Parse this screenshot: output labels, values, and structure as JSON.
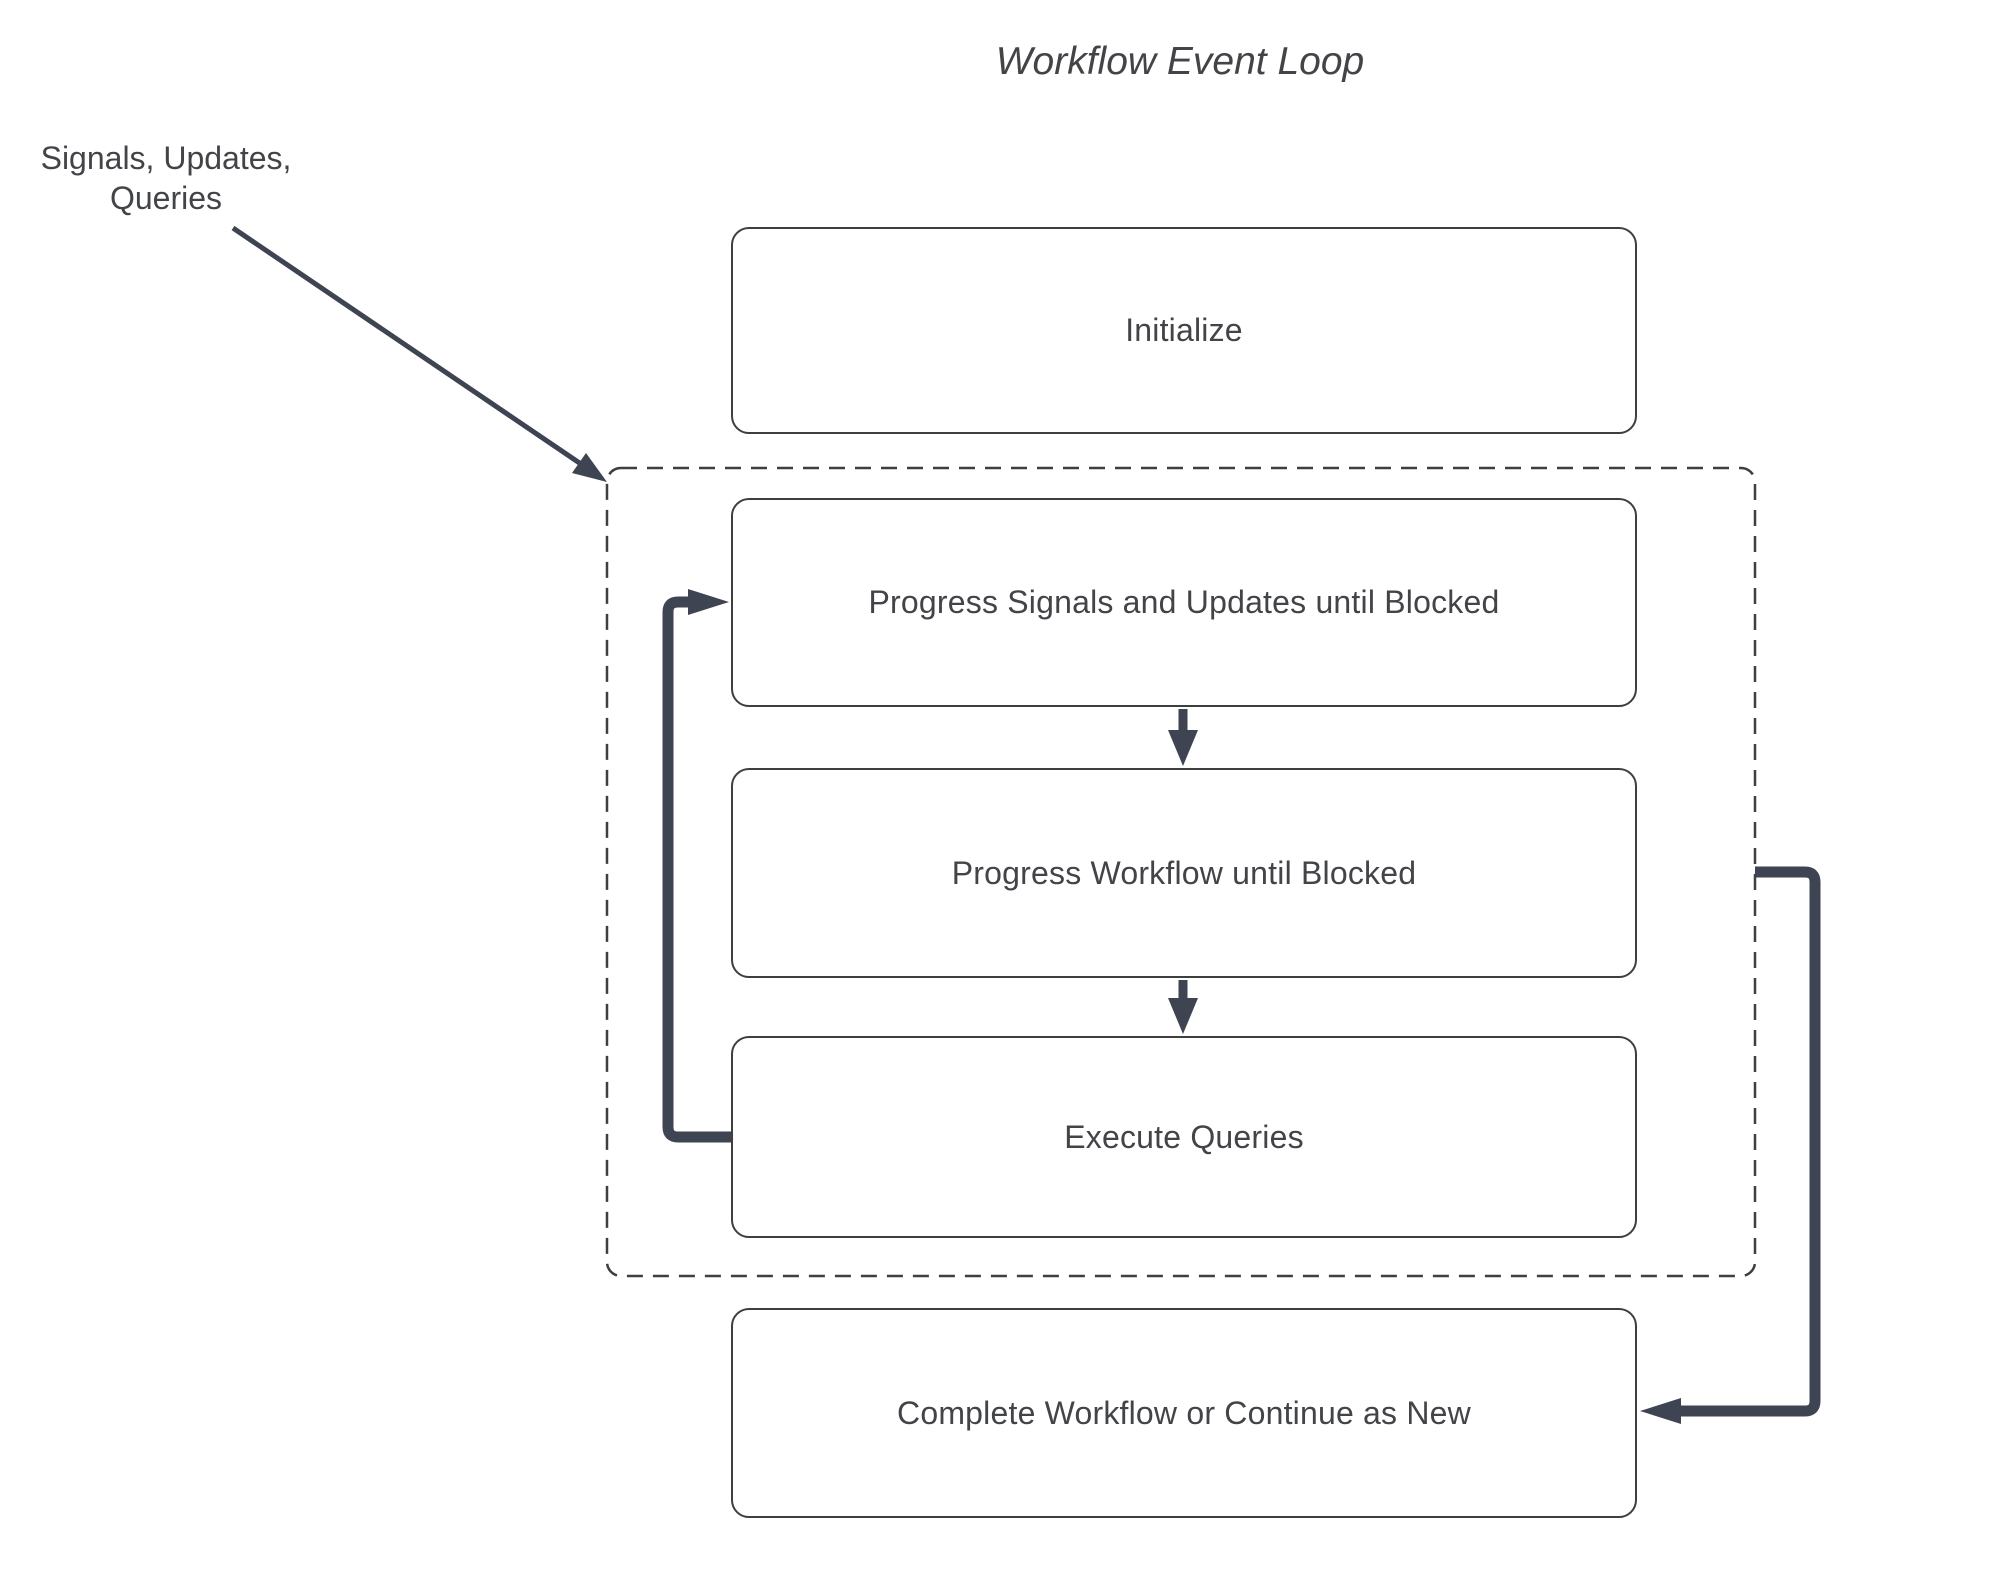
{
  "title": "Workflow Event Loop",
  "annotation": {
    "line1": "Signals, Updates,",
    "line2": "Queries"
  },
  "nodes": [
    {
      "id": "initialize",
      "label": "Initialize"
    },
    {
      "id": "progress-signals",
      "label": "Progress Signals and Updates until Blocked"
    },
    {
      "id": "progress-workflow",
      "label": "Progress Workflow until Blocked"
    },
    {
      "id": "execute-queries",
      "label": "Execute Queries"
    },
    {
      "id": "complete-or-continue",
      "label": "Complete Workflow or Continue as New"
    }
  ],
  "connectors": [
    {
      "id": "signals-arrow",
      "from": "annotation",
      "to": "event-loop-container"
    },
    {
      "id": "down-arrow-1",
      "from": "progress-signals",
      "to": "progress-workflow"
    },
    {
      "id": "down-arrow-2",
      "from": "progress-workflow",
      "to": "execute-queries"
    },
    {
      "id": "loop-back-arrow",
      "from": "execute-queries",
      "to": "progress-signals"
    },
    {
      "id": "continue-arrow",
      "from": "event-loop-container",
      "to": "complete-or-continue"
    }
  ],
  "colors": {
    "background": "#ffffff",
    "node_fill": "#ffffff",
    "node_border": "#3f3f3f",
    "connector": "#3e4451",
    "text": "#424448"
  }
}
